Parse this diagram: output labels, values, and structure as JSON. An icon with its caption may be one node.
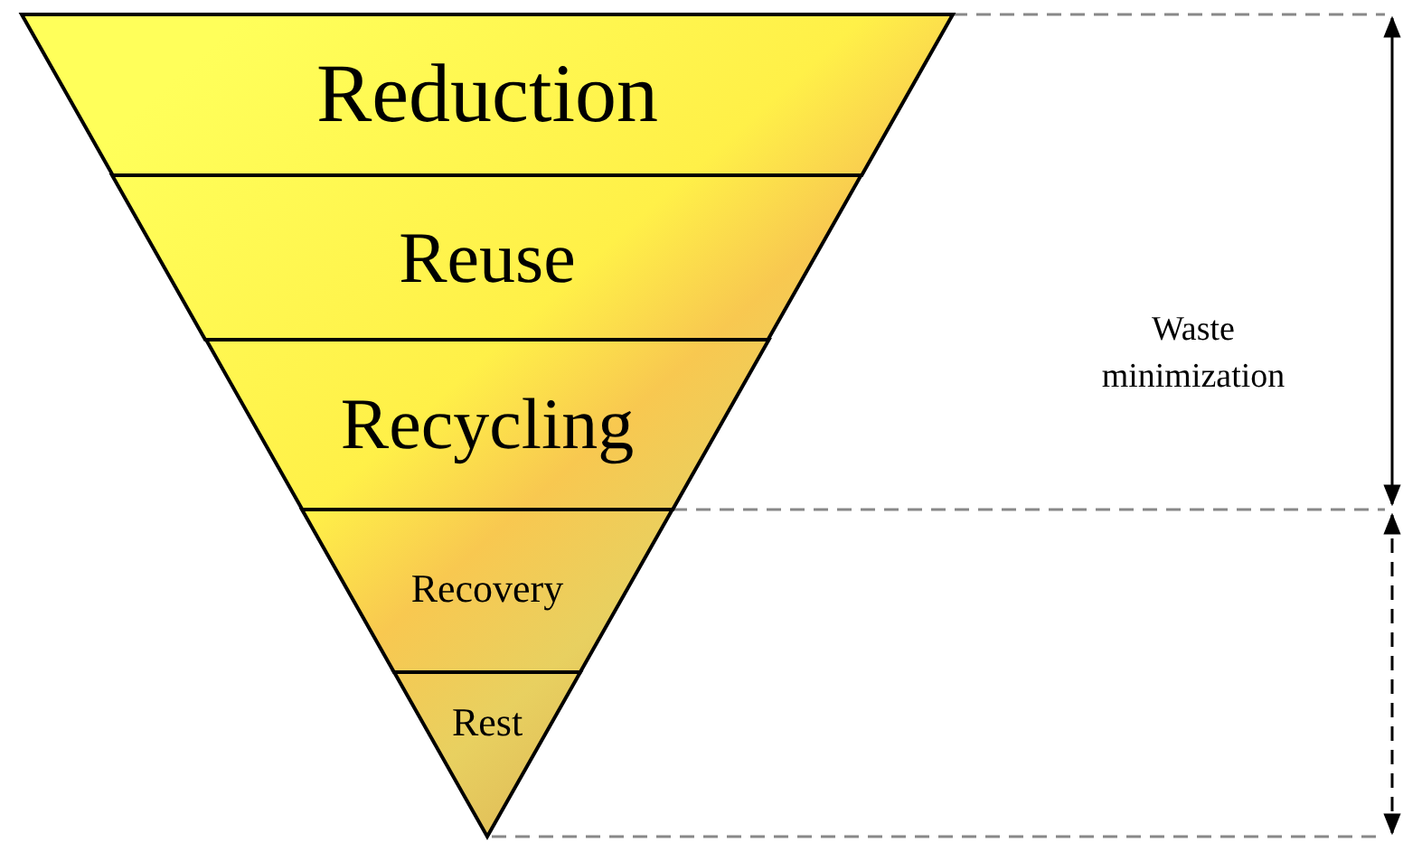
{
  "diagram": {
    "nodes": [
      {
        "text": [
          "Reduction"
        ]
      },
      {
        "text": [
          "Reuse"
        ]
      },
      {
        "text": [
          "Recycling"
        ]
      },
      {
        "text": [
          "Recovery"
        ]
      },
      {
        "text": [
          "Rest"
        ]
      }
    ],
    "labels": [
      "Waste minimization"
    ]
  }
}
